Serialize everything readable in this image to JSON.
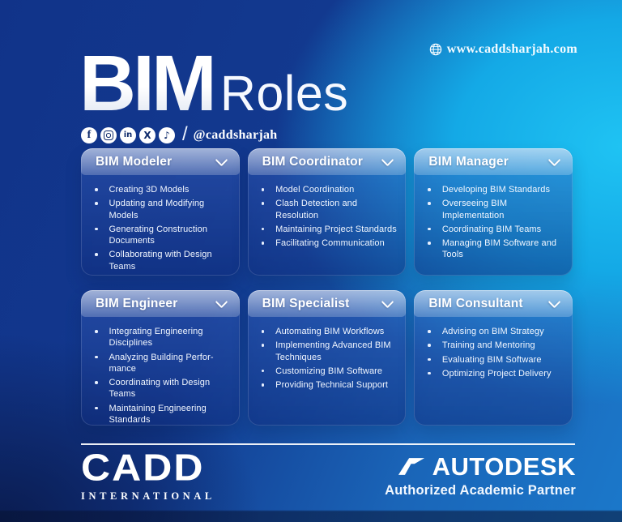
{
  "header": {
    "website": "www.caddsharjah.com",
    "title_bold": "BIM",
    "title_light": "Roles",
    "handle": "@caddsharjah",
    "social_icons": [
      "facebook",
      "instagram",
      "linkedin",
      "x",
      "tiktok"
    ]
  },
  "cards": [
    {
      "title": "BIM Modeler",
      "items": [
        "Creating 3D Models",
        "Updating and Modifying\nModels",
        "Generating Construction\nDocuments",
        "Collaborating with Design\nTeams"
      ]
    },
    {
      "title": "BIM Coordinator",
      "items": [
        "Model Coordination",
        "Clash Detection and Resolution",
        "Maintaining Project Standards",
        "Facilitating Communication"
      ]
    },
    {
      "title": "BIM Manager",
      "items": [
        "Developing BIM Standards",
        "Overseeing BIM Implementation",
        "Coordinating BIM Teams",
        "Managing BIM Software and\nTools"
      ]
    },
    {
      "title": "BIM Engineer",
      "items": [
        "Integrating Engineering\nDisciplines",
        "Analyzing Building Perfor-\nmance",
        "Coordinating with Design\nTeams",
        "Maintaining Engineering\nStandards"
      ]
    },
    {
      "title": "BIM Specialist",
      "items": [
        "Automating BIM Workflows",
        "Implementing Advanced BIM\nTechniques",
        "Customizing BIM Software",
        "Providing Technical Support"
      ]
    },
    {
      "title": "BIM Consultant",
      "items": [
        "Advising on BIM Strategy",
        "Training and Mentoring",
        "Evaluating BIM Software",
        "Optimizing Project Delivery"
      ]
    }
  ],
  "footer": {
    "brand_name": "CADD",
    "brand_sub": "INTERNATIONAL",
    "partner_name": "AUTODESK",
    "partner_sub": "Authorized Academic Partner"
  },
  "colors": {
    "bg_navy": "#11358c",
    "bg_cyan": "#17b4ea",
    "bg_deep": "#0a1c50",
    "card_header_tint": "rgba(255,255,255,0.45)",
    "card_body_tint": "rgba(16,45,125,0.5)",
    "text": "#ffffff",
    "icon_glyph": "#0e2a6b"
  }
}
